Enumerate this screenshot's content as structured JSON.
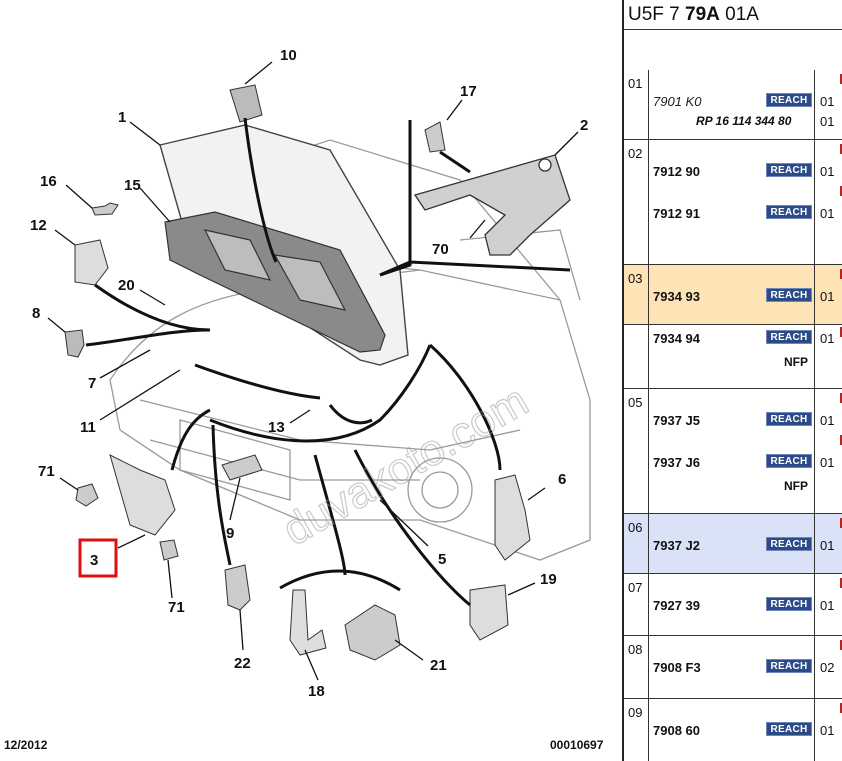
{
  "diagram": {
    "labels": [
      "10",
      "1",
      "17",
      "2",
      "16",
      "15",
      "12",
      "70",
      "20",
      "8",
      "7",
      "11",
      "13",
      "6",
      "71",
      "3",
      "9",
      "5",
      "71",
      "19",
      "22",
      "21",
      "18"
    ],
    "watermark": "duvakoto.com",
    "highlighted_label": "3",
    "footer_date": "12/2012",
    "footer_ref": "00010697"
  },
  "panel": {
    "header_prefix": "U5F 7 ",
    "header_bold": "79A",
    "header_suffix": " 01A",
    "rows": [
      {
        "idx": "01",
        "bg": "#ffffff",
        "entries": [
          {
            "code": "7901 K0",
            "italic": true,
            "reach": "REACH",
            "qty": "01"
          }
        ],
        "sub": "RP 16 114 344 80",
        "sub_qty": "01"
      },
      {
        "idx": "02",
        "bg": "#ffffff",
        "entries": [
          {
            "code": "7912 90",
            "reach": "REACH",
            "qty": "01"
          },
          {
            "code": "7912 91",
            "reach": "REACH",
            "qty": "01"
          }
        ]
      },
      {
        "idx": "03",
        "bg": "#fde3b5",
        "entries": [
          {
            "code": "7934 93",
            "reach": "REACH",
            "qty": "01"
          }
        ]
      },
      {
        "idx": "",
        "bg": "#ffffff",
        "entries": [
          {
            "code": "7934 94",
            "reach": "REACH",
            "qty": "01"
          }
        ],
        "nfp": "NFP"
      },
      {
        "idx": "05",
        "bg": "#ffffff",
        "entries": [
          {
            "code": "7937 J5",
            "reach": "REACH",
            "qty": "01"
          },
          {
            "code": "7937 J6",
            "reach": "REACH",
            "qty": "01"
          }
        ],
        "nfp": "NFP"
      },
      {
        "idx": "06",
        "bg": "#d9e2f7",
        "entries": [
          {
            "code": "7937 J2",
            "reach": "REACH",
            "qty": "01"
          }
        ]
      },
      {
        "idx": "07",
        "bg": "#ffffff",
        "entries": [
          {
            "code": "7927 39",
            "reach": "REACH",
            "qty": "01"
          }
        ]
      },
      {
        "idx": "08",
        "bg": "#ffffff",
        "entries": [
          {
            "code": "7908 F3",
            "reach": "REACH",
            "qty": "02"
          }
        ]
      },
      {
        "idx": "09",
        "bg": "#ffffff",
        "entries": [
          {
            "code": "7908 60",
            "reach": "REACH",
            "qty": "01"
          }
        ]
      }
    ]
  }
}
